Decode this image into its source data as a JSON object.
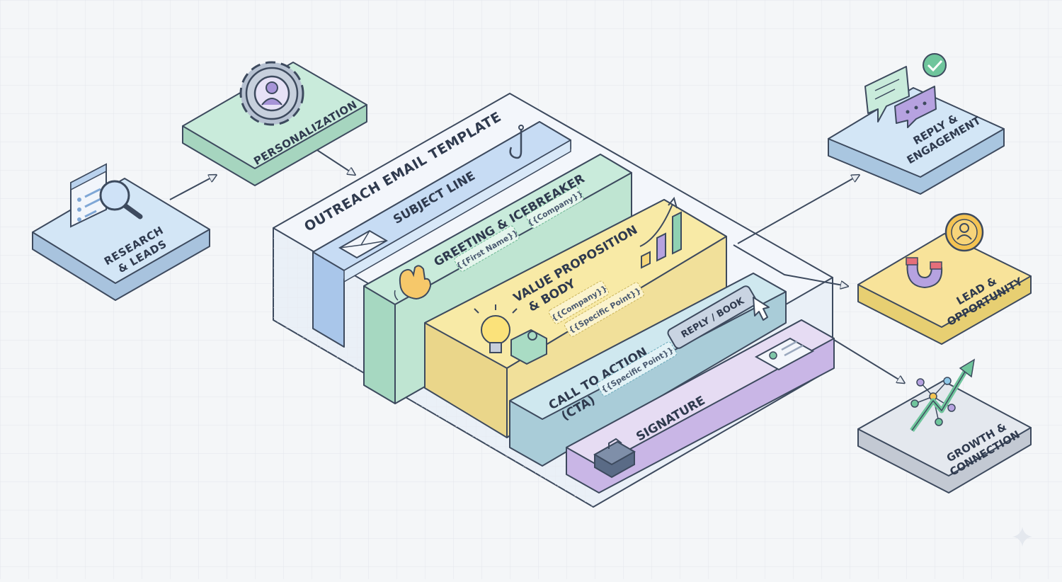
{
  "inputs": {
    "research": {
      "line1": "RESEARCH",
      "line2": "& LEADS"
    },
    "personalization": {
      "label": "PERSONALIZATION"
    }
  },
  "template": {
    "title": "OUTREACH EMAIL TEMPLATE",
    "subject": {
      "label": "SUBJECT LINE"
    },
    "greeting": {
      "label": "GREETING & ICEBREAKER",
      "tag1": "{{First Name}}",
      "tag2": "{{Company}}"
    },
    "value": {
      "line1": "VALUE PROPOSITION",
      "line2": "& BODY",
      "tag1": "{{Company}}",
      "tag2": "{{Specific Point}}"
    },
    "cta": {
      "line1": "CALL TO ACTION",
      "line2": "(CTA)",
      "tag1": "{{Specific Point}}",
      "button": "REPLY / BOOK"
    },
    "signature": {
      "label": "SIGNATURE"
    }
  },
  "outcomes": {
    "reply": {
      "line1": "REPLY &",
      "line2": "ENGAGEMENT"
    },
    "lead": {
      "line1": "LEAD &",
      "line2": "OPPORTUNITY"
    },
    "growth": {
      "line1": "GROWTH &",
      "line2": "CONNECTION"
    }
  },
  "colors": {
    "blue": "#d3e6f6",
    "green": "#c9ebdb",
    "yellow": "#f8eaa6",
    "teal": "#cfe8ef",
    "purple": "#e6dcf3",
    "gray": "#e4e8ee",
    "outline": "#3d4a5e",
    "text": "#2f3a4e"
  }
}
